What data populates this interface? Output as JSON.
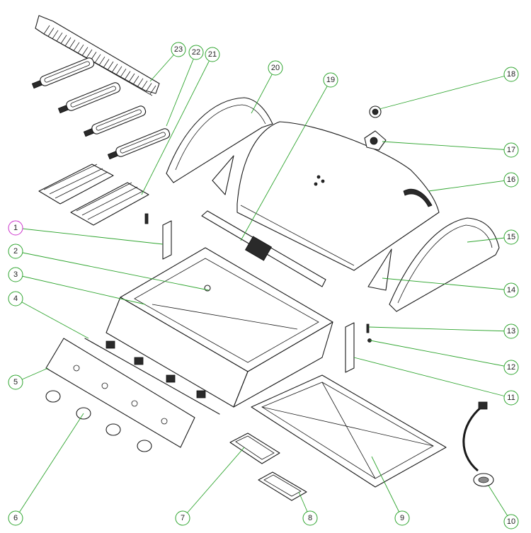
{
  "colors": {
    "leader": "#2fa52f",
    "accent_callout": "#cc33cc",
    "line_art": "#1a1a1a"
  },
  "callouts": [
    {
      "id": "1",
      "label": "1",
      "accent": true
    },
    {
      "id": "2",
      "label": "2"
    },
    {
      "id": "3",
      "label": "3"
    },
    {
      "id": "4",
      "label": "4"
    },
    {
      "id": "5",
      "label": "5"
    },
    {
      "id": "6",
      "label": "6"
    },
    {
      "id": "7",
      "label": "7"
    },
    {
      "id": "8",
      "label": "8"
    },
    {
      "id": "9",
      "label": "9"
    },
    {
      "id": "10",
      "label": "10"
    },
    {
      "id": "11",
      "label": "11"
    },
    {
      "id": "12",
      "label": "12"
    },
    {
      "id": "13",
      "label": "13"
    },
    {
      "id": "14",
      "label": "14"
    },
    {
      "id": "15",
      "label": "15"
    },
    {
      "id": "16",
      "label": "16"
    },
    {
      "id": "17",
      "label": "17"
    },
    {
      "id": "18",
      "label": "18"
    },
    {
      "id": "19",
      "label": "19"
    },
    {
      "id": "20",
      "label": "20"
    },
    {
      "id": "21",
      "label": "21"
    },
    {
      "id": "22",
      "label": "22"
    },
    {
      "id": "23",
      "label": "23"
    }
  ]
}
